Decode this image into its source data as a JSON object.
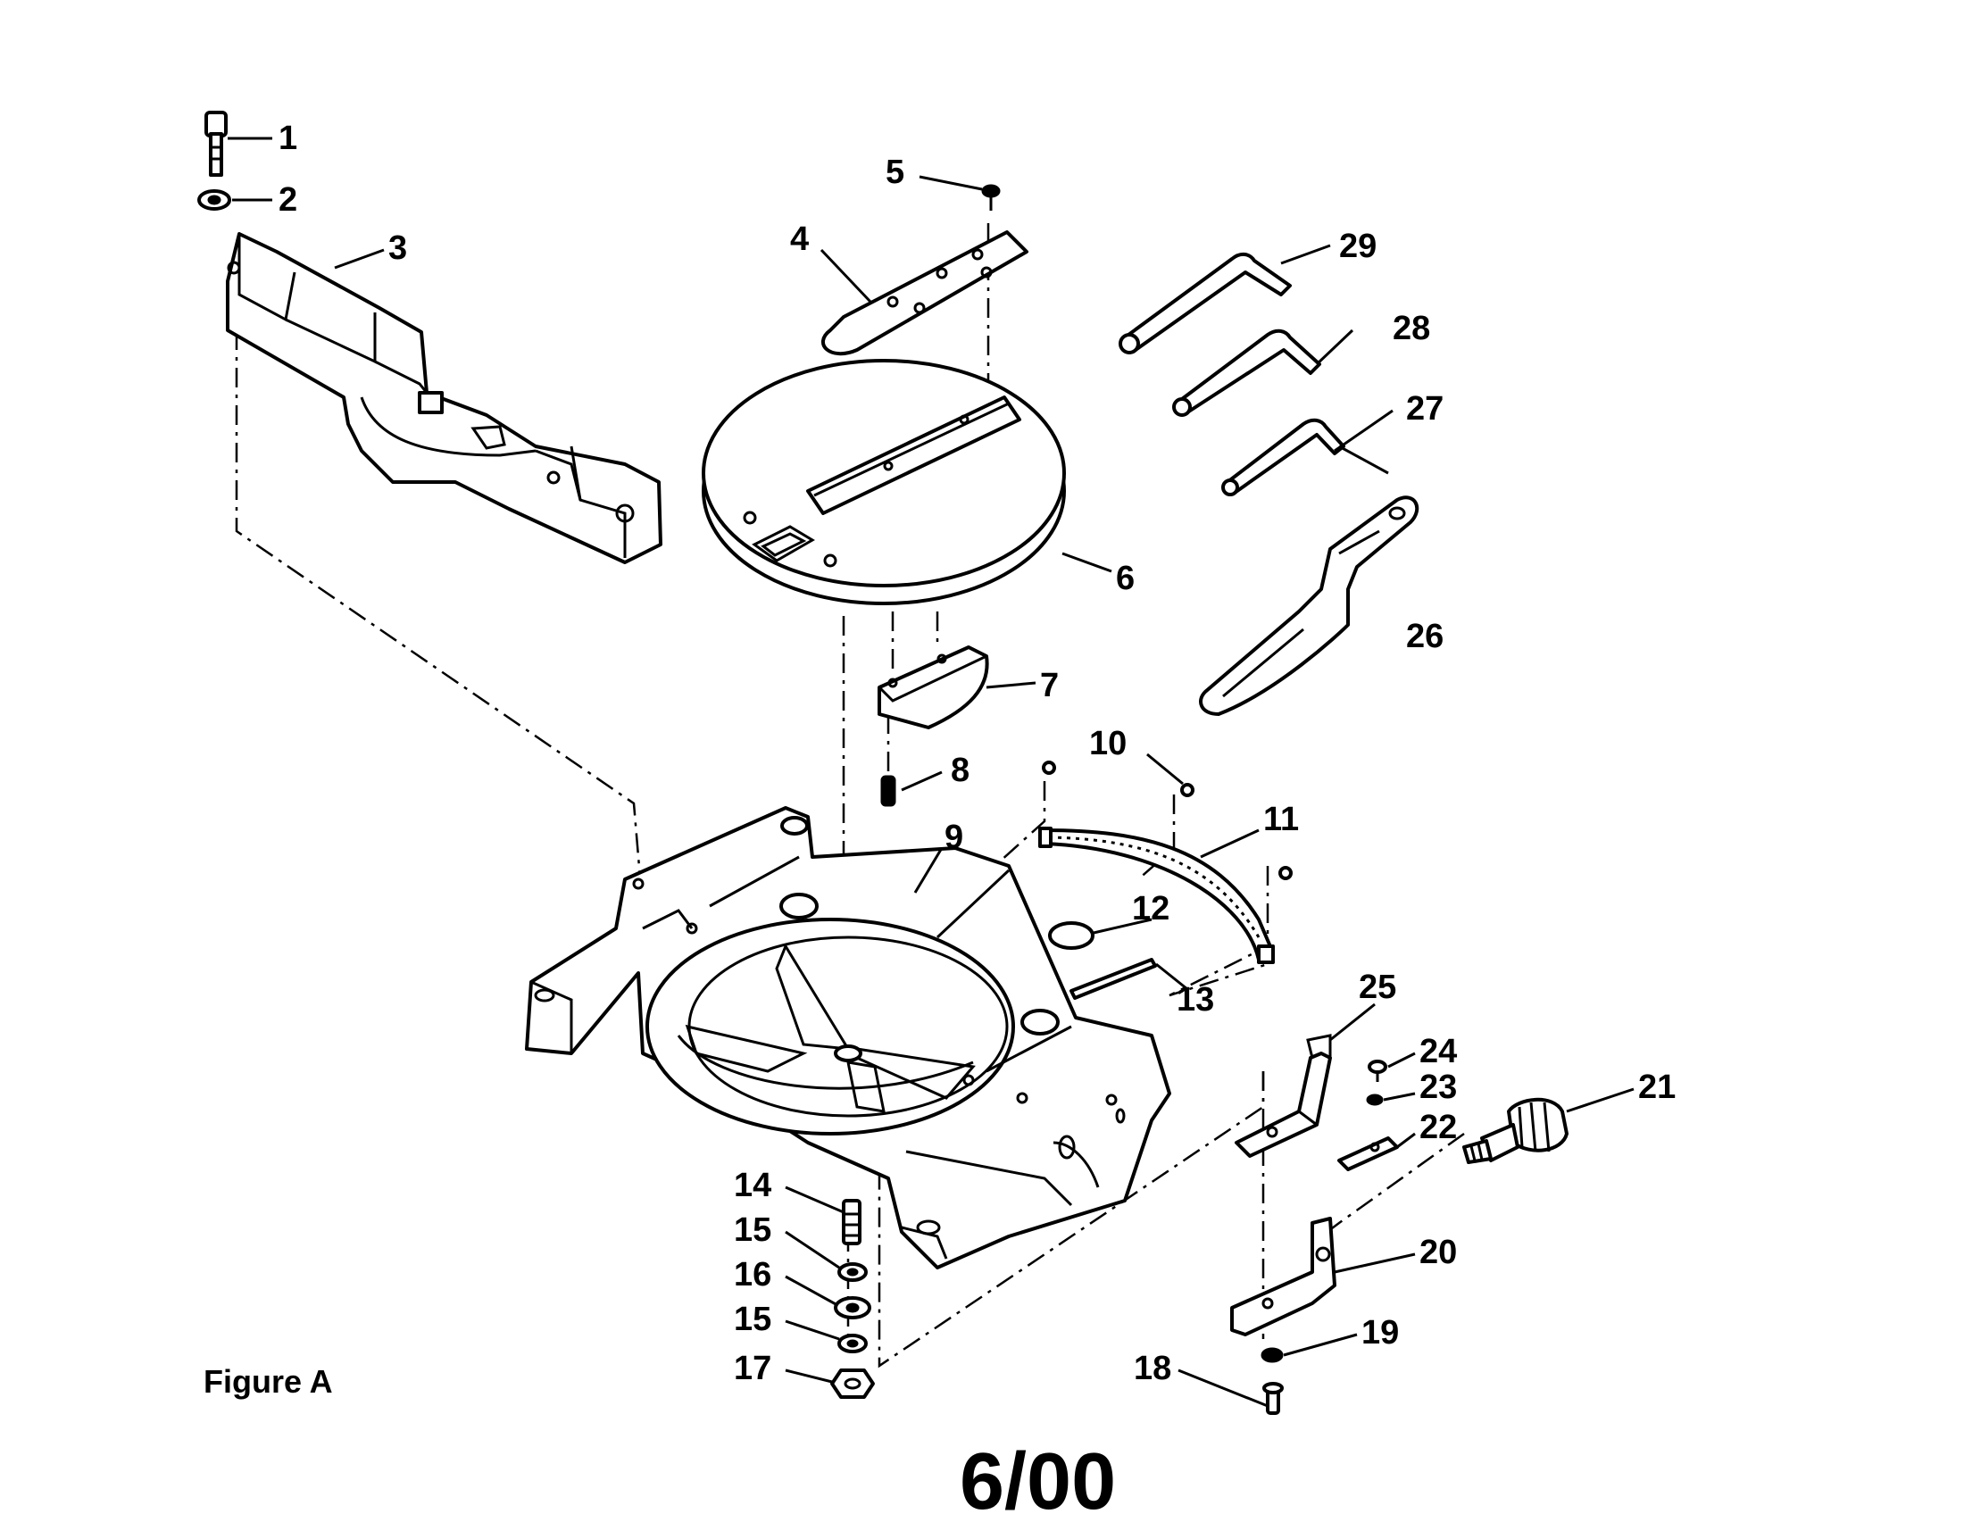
{
  "figure_label": "Figure A",
  "revision_date": "6/00",
  "callouts": [
    "1",
    "2",
    "3",
    "4",
    "5",
    "6",
    "7",
    "8",
    "9",
    "10",
    "11",
    "12",
    "13",
    "14",
    "15",
    "16",
    "15",
    "17",
    "18",
    "19",
    "20",
    "21",
    "22",
    "23",
    "24",
    "25",
    "26",
    "27",
    "28",
    "29"
  ]
}
